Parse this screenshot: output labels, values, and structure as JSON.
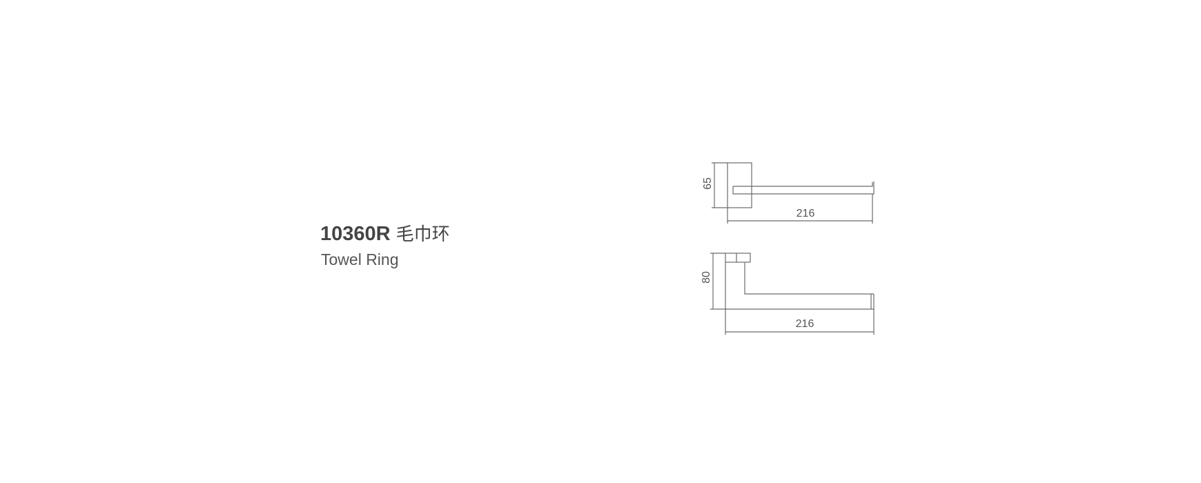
{
  "product": {
    "model": "10360R",
    "name_cn": "毛巾环",
    "name_en": "Towel Ring"
  },
  "views": {
    "top": {
      "height_dim": "65",
      "width_dim": "216"
    },
    "side": {
      "height_dim": "80",
      "width_dim": "216"
    }
  },
  "colors": {
    "line": "#6a6a6a",
    "text": "#555555"
  }
}
